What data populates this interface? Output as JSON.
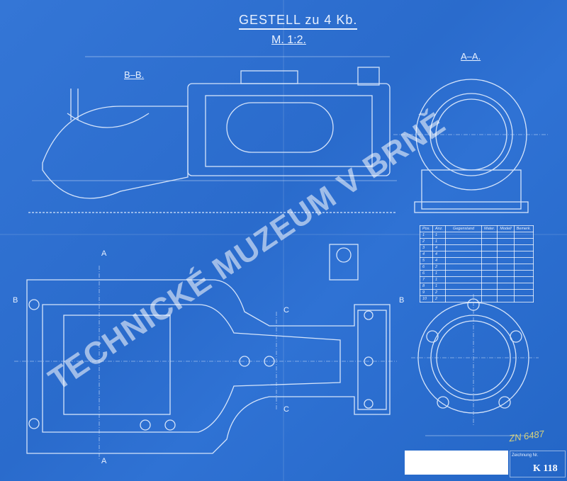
{
  "drawing": {
    "title": "GESTELL zu 4 Kb.",
    "scale": "M. 1:2.",
    "section_labels": {
      "bb": "B–B.",
      "aa": "A–A.",
      "a": "A",
      "b": "B",
      "c": "C"
    },
    "watermark": "TECHNICKÉ MUZEUM V BRNĚ",
    "inventory_note": "ZN 6487",
    "drawing_number_label": "Zeichnung Nr.",
    "drawing_number": "K 118"
  },
  "parts_table": {
    "headers": [
      "Pos.",
      "Anz.",
      "Gegenstand",
      "Mater.",
      "Modell",
      "Bemerk."
    ],
    "rows": [
      [
        "1",
        "1"
      ],
      [
        "2",
        "1"
      ],
      [
        "3",
        "4"
      ],
      [
        "4",
        "4"
      ],
      [
        "5",
        "4"
      ],
      [
        "6",
        "2"
      ],
      [
        "6",
        "1"
      ],
      [
        "7",
        "1"
      ],
      [
        "8",
        "1"
      ],
      [
        "9",
        "2"
      ],
      [
        "10",
        "2"
      ]
    ]
  },
  "colors": {
    "paper": "#2c6fd1",
    "ink": "#e8f1ff"
  }
}
